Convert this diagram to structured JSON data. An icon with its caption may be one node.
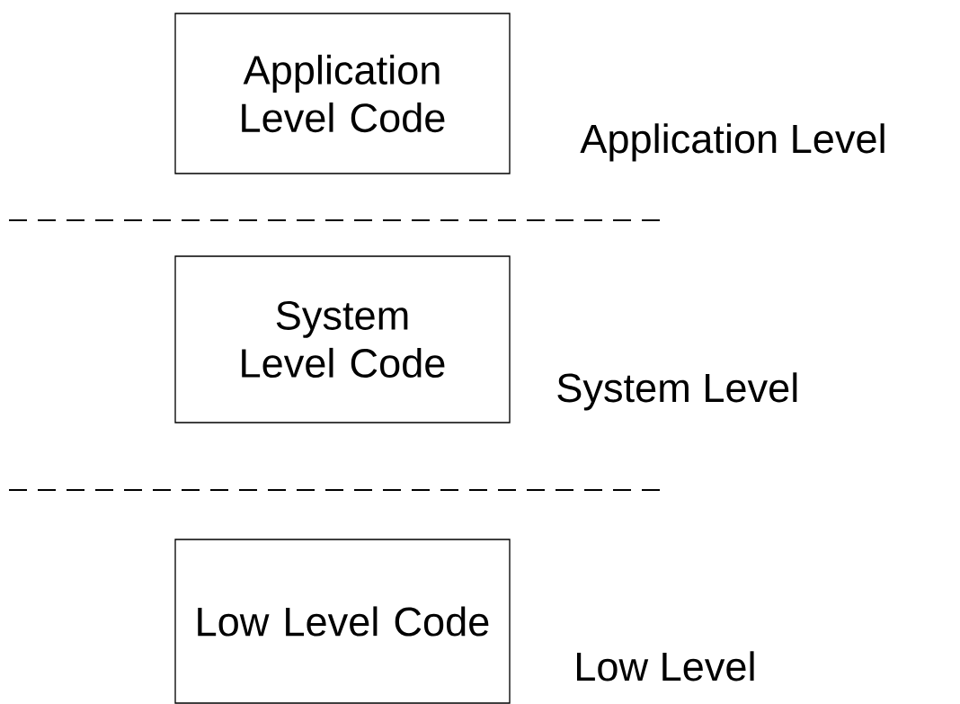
{
  "diagram": {
    "nodes": [
      {
        "text": [
          "Application Level Code"
        ]
      },
      {
        "text": [
          "System Level Code"
        ]
      },
      {
        "text": [
          "Low Level Code"
        ]
      }
    ],
    "labels": [
      "Application Level",
      "System Level",
      "Low Level"
    ]
  }
}
